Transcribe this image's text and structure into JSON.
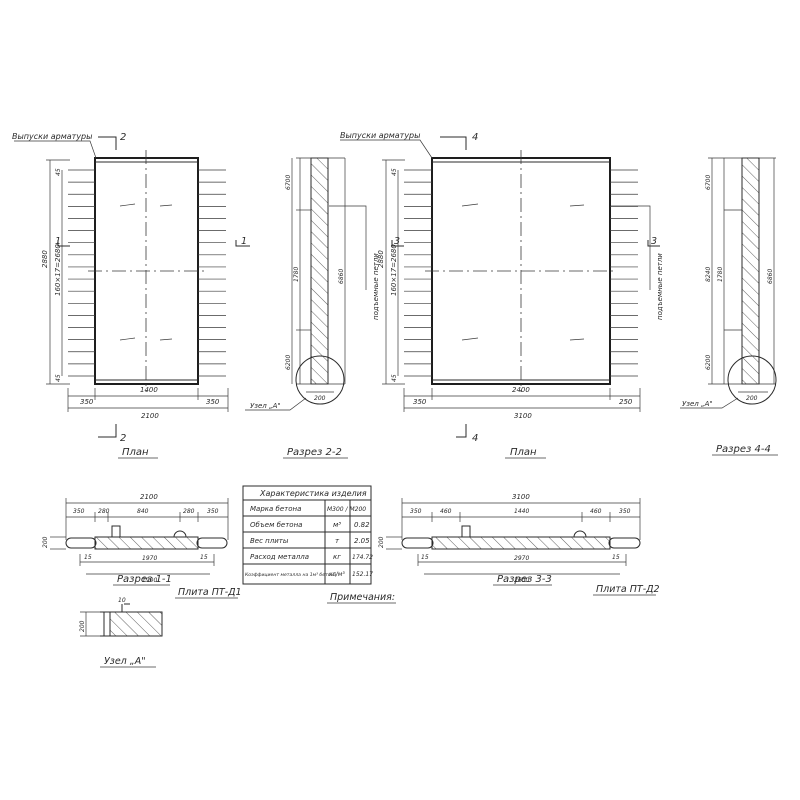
{
  "labels": {
    "rebar_outlets_1": "Выпуски арматуры",
    "rebar_outlets_2": "Выпуски арматуры",
    "sec_mark_2": "2",
    "sec_mark_4": "4",
    "sec_mark_1": "1",
    "sec_mark_3": "3",
    "plan_1": "План",
    "plan_2": "План",
    "section_2_2": "Разрез 2-2",
    "section_4_4": "Разрез 4-4",
    "section_1_1": "Разрез 1-1",
    "section_3_3": "Разрез 3-3",
    "plate_pt_d1": "Плита ПТ-Д1",
    "plate_pt_d2": "Плита ПТ-Д2",
    "notes": "Примечания:",
    "node_a_1": "Узел „А\"",
    "node_a_2": "Узел „А\"",
    "node_a_3": "Узел „А\"",
    "lifting_loops_1": "подъемные петли",
    "lifting_loops_2": "подъемные петли"
  },
  "dims": {
    "p1_350a": "350",
    "p1_1400": "1400",
    "p1_350b": "350",
    "p1_2100": "2100",
    "p1_2880": "2880",
    "p1_chain": "160×17=2680",
    "p1_45a": "45",
    "p1_45b": "45",
    "s22_6700": "6700",
    "s22_1780": "1780",
    "s22_6200": "6200",
    "s22_6860": "6860",
    "s22_200": "200",
    "p2_350": "350",
    "p2_2400": "2400",
    "p2_250": "250",
    "p2_3100": "3100",
    "p2_2880": "2880",
    "p2_chain": "160×17=2680",
    "p2_45a": "45",
    "p2_45b": "45",
    "s44_6700": "6700",
    "s44_1780": "1780",
    "s44_6200": "6200",
    "s44_8240": "8240",
    "s44_6860": "6860",
    "s44_200": "200",
    "s11_2100": "2100",
    "s11_350a": "350",
    "s11_280a": "280",
    "s11_840": "840",
    "s11_280b": "280",
    "s11_350b": "350",
    "s11_1970": "1970",
    "s11_1900": "1900",
    "s11_200": "200",
    "s11_15a": "15",
    "s11_15b": "15",
    "s33_3100": "3100",
    "s33_350a": "350",
    "s33_460a": "460",
    "s33_1440": "1440",
    "s33_460b": "460",
    "s33_350b": "350",
    "s33_2970": "2970",
    "s33_2600": "2600",
    "s33_200": "200",
    "s33_15a": "15",
    "s33_15b": "15",
    "node_10": "10",
    "node_200": "200"
  },
  "table": {
    "header": "Характеристика изделия",
    "rows": [
      {
        "name": "Марка бетона",
        "unit": "М300 / М200",
        "value": ""
      },
      {
        "name": "Объем бетона",
        "unit": "м³",
        "value": "0.82"
      },
      {
        "name": "Вес плиты",
        "unit": "т",
        "value": "2.05"
      },
      {
        "name": "Расход металла",
        "unit": "кг",
        "value": "174.72"
      },
      {
        "name": "Коэффициент металла на 1м³ бетона",
        "unit": "кг/м³",
        "value": "152.17"
      }
    ]
  }
}
